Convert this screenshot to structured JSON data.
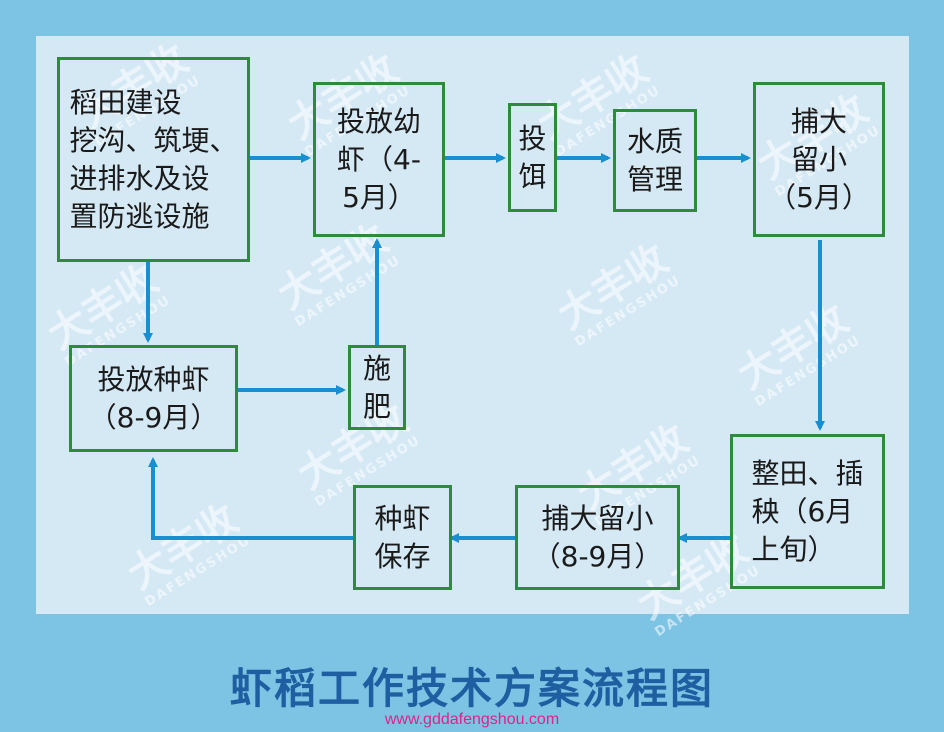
{
  "title": "虾稻工作技术方案流程图",
  "url": "www.gddafengshou.com",
  "watermark": {
    "brand": "大丰收",
    "latin": "DAFENGSHOU",
    "mark": "®"
  },
  "colors": {
    "background": "#7dc3e4",
    "panel": "#d5e9f5",
    "box_border": "#2e8b3e",
    "arrow": "#1a8fd0",
    "title": "#1f5ea0",
    "url": "#e0228a"
  },
  "nodes": {
    "field_build": "稻田建设\n挖沟、筑埂、\n进排水及设\n置防逃设施",
    "stock_juvenile": "投放幼\n虾（4-\n5月）",
    "feed": "投\n饵",
    "water": "水质\n管理",
    "catch_may": "捕大\n留小\n（5月）",
    "stock_breeder": "投放种虾\n（8-9月）",
    "fertilize": "施\n肥",
    "transplant": "整田、插\n秧（6月\n上旬）",
    "catch_aug": "捕大留小\n（8-9月）",
    "breeder_keep": "种虾\n保存"
  }
}
